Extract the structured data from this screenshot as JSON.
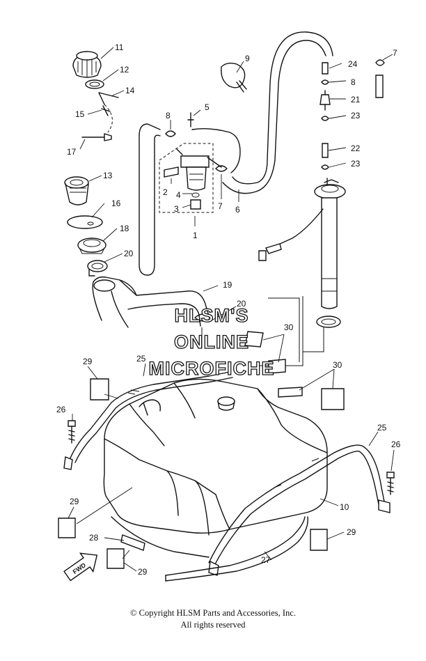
{
  "watermark": {
    "line1": "HLSM'S",
    "line2": "ONLINE",
    "line3": "MICROFICHE"
  },
  "callouts": {
    "c1": "1",
    "c2": "2",
    "c3": "3",
    "c4": "4",
    "c5": "5",
    "c6": "6",
    "c7a": "7",
    "c7b": "7",
    "c8a": "8",
    "c8b": "8",
    "c9": "9",
    "c10": "10",
    "c11": "11",
    "c12": "12",
    "c13": "13",
    "c14": "14",
    "c15": "15",
    "c16": "16",
    "c17": "17",
    "c18": "18",
    "c19": "19",
    "c20a": "20",
    "c20b": "20",
    "c21": "21",
    "c22": "22",
    "c23a": "23",
    "c23b": "23",
    "c24": "24",
    "c25a": "25",
    "c25b": "25",
    "c26a": "26",
    "c26b": "26",
    "c27": "27",
    "c28": "28",
    "c29a": "29",
    "c29b": "29",
    "c29c": "29",
    "c29d": "29",
    "c30a": "30",
    "c30b": "30"
  },
  "fwd_label": "FWD",
  "footer": {
    "copyright": "© Copyright HLSM Parts and Accessories, Inc.",
    "rights": "All rights reserved"
  }
}
